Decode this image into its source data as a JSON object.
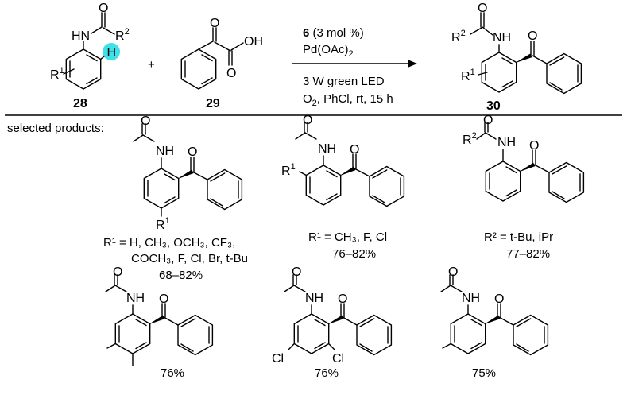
{
  "reaction": {
    "reactant_1": {
      "number": "28",
      "atoms": {
        "O": "O",
        "N": "HN",
        "R": "R",
        "R_sup": "2",
        "R1": "R",
        "R1_sup": "1",
        "H": "H"
      }
    },
    "plus": "+",
    "reactant_2": {
      "number": "29",
      "atoms": {
        "O1": "O",
        "O2": "O",
        "OH": "OH"
      }
    },
    "conditions_above": {
      "catalyst_number": "6",
      "catalyst_loading": " (3 mol %)",
      "palladium": "Pd(OAc)",
      "palladium_sub": "2"
    },
    "conditions_below": {
      "light": "3 W green LED",
      "o2_prefix": "O",
      "o2_sub": "2",
      "rest": ", PhCl, rt, 15 h"
    },
    "product": {
      "number": "30",
      "atoms": {
        "O1": "O",
        "N": "NH",
        "R": "R",
        "R_sup": "2",
        "O2": "O",
        "R1": "R",
        "R1_sup": "1"
      }
    }
  },
  "selected_label": "selected products:",
  "products": [
    {
      "atoms": {
        "O1": "O",
        "NH": "NH",
        "O2": "O",
        "R": "R",
        "R_sup": "1"
      },
      "substituents_1": "R¹ = H, CH₃, OCH₃, CF₃,",
      "substituents_2": "COCH₃, F, Cl, Br, t-Bu",
      "yield": "68–82%"
    },
    {
      "atoms": {
        "O1": "O",
        "NH": "NH",
        "O2": "O",
        "R": "R",
        "R_sup": "1"
      },
      "substituents_1": "R¹ = CH₃, F, Cl",
      "yield": "76–82%"
    },
    {
      "atoms": {
        "O1": "O",
        "NH": "NH",
        "O2": "O",
        "R": "R",
        "R_sup": "2"
      },
      "substituents_1": "R² = t-Bu, iPr",
      "yield": "77–82%"
    },
    {
      "atoms": {
        "O1": "O",
        "NH": "NH",
        "O2": "O"
      },
      "yield": "76%"
    },
    {
      "atoms": {
        "O1": "O",
        "NH": "NH",
        "O2": "O",
        "Cl1": "Cl",
        "Cl2": "Cl"
      },
      "yield": "76%"
    },
    {
      "atoms": {
        "O1": "O",
        "NH": "NH",
        "O2": "O"
      },
      "yield": "75%"
    }
  ],
  "colors": {
    "highlight": "#40e0e8",
    "ink": "#000000"
  }
}
